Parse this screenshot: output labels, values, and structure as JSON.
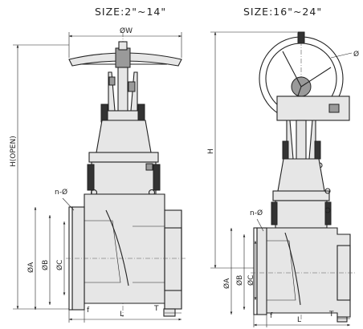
{
  "left_view": {
    "title": "SIZE:2\"~14\"",
    "dims": {
      "handwheel_dia": "ØW",
      "height_open": "H(OPEN)",
      "bolt_holes": "n-Ø",
      "dia_a": "ØA",
      "dia_b": "ØB",
      "dia_c": "ØC",
      "flange_f": "f",
      "length_l": "L",
      "thickness_t": "T"
    }
  },
  "right_view": {
    "title": "SIZE:16\"~24\"",
    "dims": {
      "gear_wheel_dia": "Ø",
      "height": "H",
      "bolt_holes": "n-Ø",
      "dia_a": "ØA",
      "dia_b": "ØB",
      "dia_c": "ØC",
      "flange_f": "f",
      "length_l": "L",
      "thickness_t": "T"
    }
  }
}
